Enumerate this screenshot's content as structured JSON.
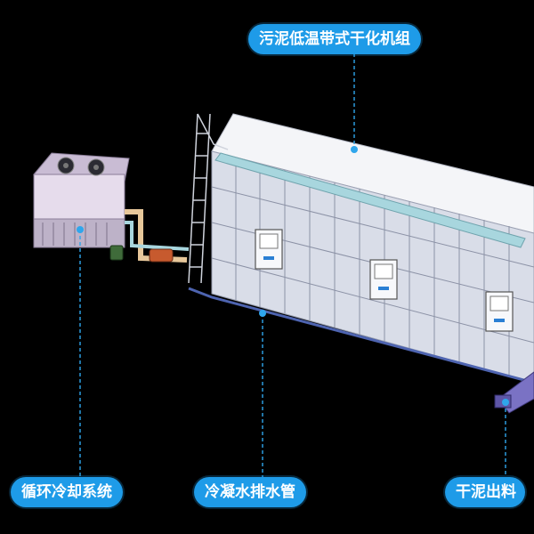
{
  "labels": {
    "dryer_unit": "污泥低温带式干化机组",
    "cooling_system": "循环冷却系统",
    "condensate_pipe": "冷凝水排水管",
    "dry_sludge_outlet": "干泥出料"
  },
  "colors": {
    "background": "#000000",
    "label_bg": "#1e9be8",
    "leader": "#2fa6ec",
    "panel": "#d9dde8",
    "roof": "#f4f5f8",
    "cooling_tower": "#e6dcec",
    "pipe": "#e7c79a",
    "rail": "#a8d6de",
    "outlet": "#7a72c4"
  },
  "icons": [
    "cooling-fan-icon",
    "control-cabinet-icon",
    "ladder-icon",
    "pump-icon",
    "screw-conveyor-icon"
  ]
}
